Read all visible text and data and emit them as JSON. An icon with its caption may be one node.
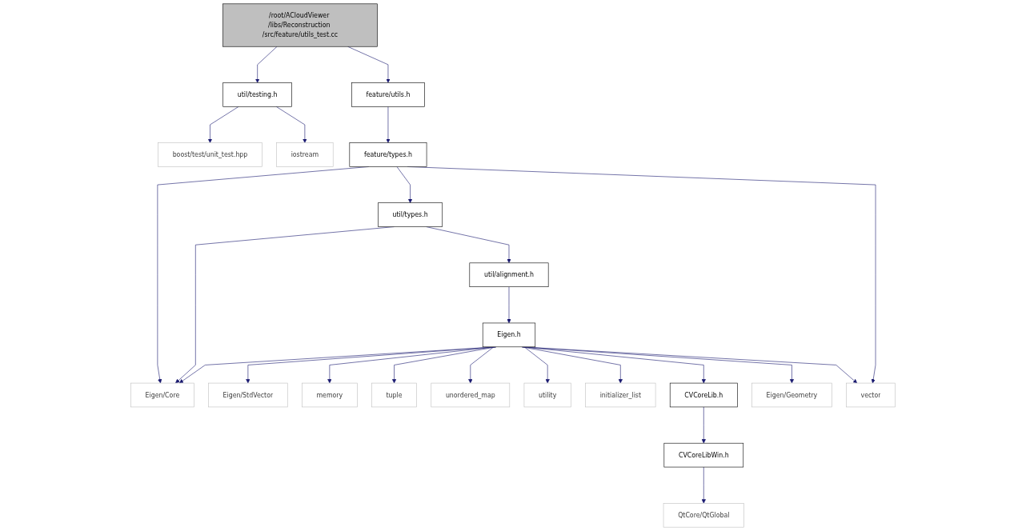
{
  "diagram": {
    "nodes": [
      {
        "text": [
          "/root/ACloudViewer /libs/Reconstruction /src/feature/utils_test.cc"
        ]
      },
      {
        "text": [
          "util/testing.h"
        ]
      },
      {
        "text": [
          "feature/utils.h"
        ]
      },
      {
        "text": [
          "boost/test/unit_test.hpp"
        ]
      },
      {
        "text": [
          "iostream"
        ]
      },
      {
        "text": [
          "feature/types.h"
        ]
      },
      {
        "text": [
          "util/types.h"
        ]
      },
      {
        "text": [
          "util/alignment.h"
        ]
      },
      {
        "text": [
          "Eigen.h"
        ]
      },
      {
        "text": [
          "Eigen/Core"
        ]
      },
      {
        "text": [
          "Eigen/StdVector"
        ]
      },
      {
        "text": [
          "memory"
        ]
      },
      {
        "text": [
          "tuple"
        ]
      },
      {
        "text": [
          "unordered_map"
        ]
      },
      {
        "text": [
          "utility"
        ]
      },
      {
        "text": [
          "initializer_list"
        ]
      },
      {
        "text": [
          "CVCoreLib.h"
        ]
      },
      {
        "text": [
          "Eigen/Geometry"
        ]
      },
      {
        "text": [
          "vector"
        ]
      },
      {
        "text": [
          "CVCoreLibWin.h"
        ]
      },
      {
        "text": [
          "QtCore/QtGlobal"
        ]
      }
    ],
    "edges": [
      {
        "from": 0,
        "to": 1,
        "arrow": "to"
      },
      {
        "from": 0,
        "to": 2,
        "arrow": "to"
      },
      {
        "from": 1,
        "to": 3,
        "arrow": "to"
      },
      {
        "from": 1,
        "to": 4,
        "arrow": "to"
      },
      {
        "from": 2,
        "to": 5,
        "arrow": "to"
      },
      {
        "from": 5,
        "to": 9,
        "arrow": "to"
      },
      {
        "from": 5,
        "to": 6,
        "arrow": "to"
      },
      {
        "from": 5,
        "to": 18,
        "arrow": "to"
      },
      {
        "from": 6,
        "to": 9,
        "arrow": "to"
      },
      {
        "from": 6,
        "to": 7,
        "arrow": "to"
      },
      {
        "from": 7,
        "to": 8,
        "arrow": "to"
      },
      {
        "from": 8,
        "to": 9,
        "arrow": "to"
      },
      {
        "from": 8,
        "to": 10,
        "arrow": "to"
      },
      {
        "from": 8,
        "to": 11,
        "arrow": "to"
      },
      {
        "from": 8,
        "to": 12,
        "arrow": "to"
      },
      {
        "from": 8,
        "to": 13,
        "arrow": "to"
      },
      {
        "from": 8,
        "to": 14,
        "arrow": "to"
      },
      {
        "from": 8,
        "to": 15,
        "arrow": "to"
      },
      {
        "from": 8,
        "to": 16,
        "arrow": "to"
      },
      {
        "from": 8,
        "to": 17,
        "arrow": "to"
      },
      {
        "from": 8,
        "to": 18,
        "arrow": "to"
      },
      {
        "from": 16,
        "to": 19,
        "arrow": "to"
      },
      {
        "from": 19,
        "to": 20,
        "arrow": "to"
      }
    ]
  }
}
